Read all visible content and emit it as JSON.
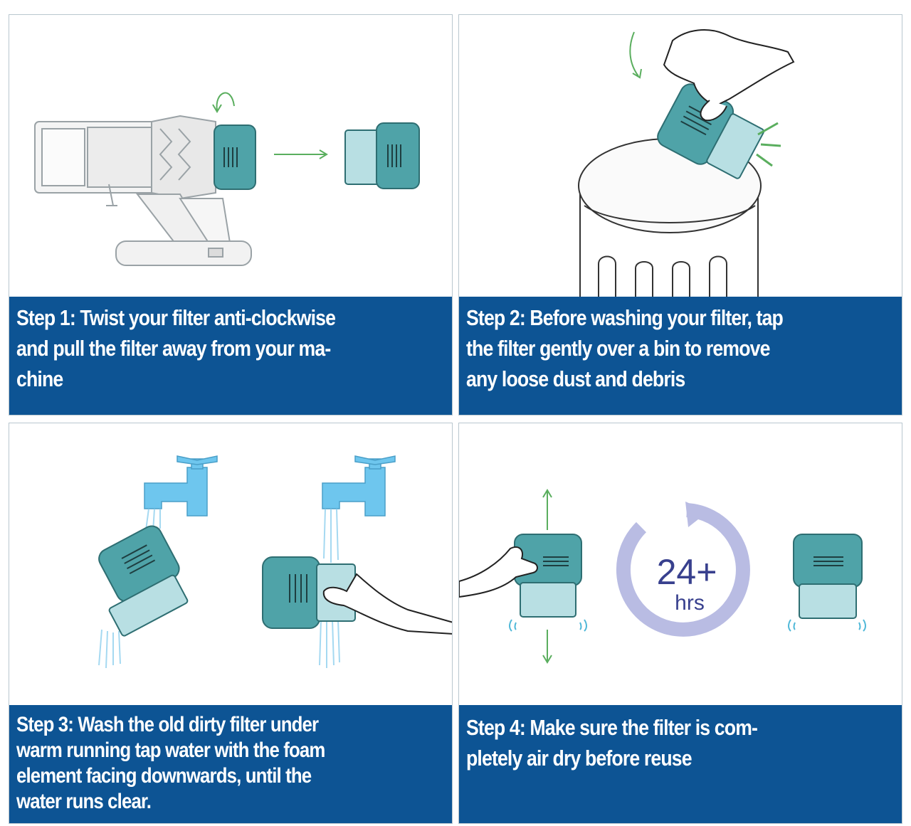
{
  "colors": {
    "caption_bg": "#0d5494",
    "filter_teal": "#4fa3a8",
    "filter_light": "#b8dfe3",
    "water_blue": "#6ec6ee",
    "arrow_green": "#5aae5e",
    "cycle_lavender": "#b9bce3",
    "cycle_text": "#38408e"
  },
  "steps": [
    {
      "caption_lines": [
        "Step 1: Twist your filter anti-clockwise",
        "and pull the filter away from your ma-",
        "chine"
      ]
    },
    {
      "caption_lines": [
        "Step 2: Before washing your filter, tap",
        "the filter gently over a bin to remove",
        "any loose dust and debris"
      ]
    },
    {
      "caption_lines": [
        "Step 3: Wash the old dirty filter under",
        "warm running tap water with the foam",
        "element facing downwards,  until the",
        "water runs clear."
      ]
    },
    {
      "caption_lines": [
        "Step 4:  Make sure the filter is com-",
        "pletely air dry before reuse"
      ],
      "dry_time": {
        "value": "24+",
        "unit": "hrs"
      }
    }
  ],
  "icons": {
    "step1": [
      "vacuum-icon",
      "rotate-arrow-icon",
      "pull-arrow-icon",
      "filter-icon"
    ],
    "step2": [
      "hand-icon",
      "filter-icon",
      "bin-icon",
      "tap-lines-icon"
    ],
    "step3": [
      "tap-icon",
      "water-stream-icon",
      "filter-icon",
      "hand-icon"
    ],
    "step4": [
      "hand-icon",
      "filter-icon",
      "up-down-arrow-icon",
      "water-drops-icon",
      "drying-cycle-icon"
    ]
  }
}
